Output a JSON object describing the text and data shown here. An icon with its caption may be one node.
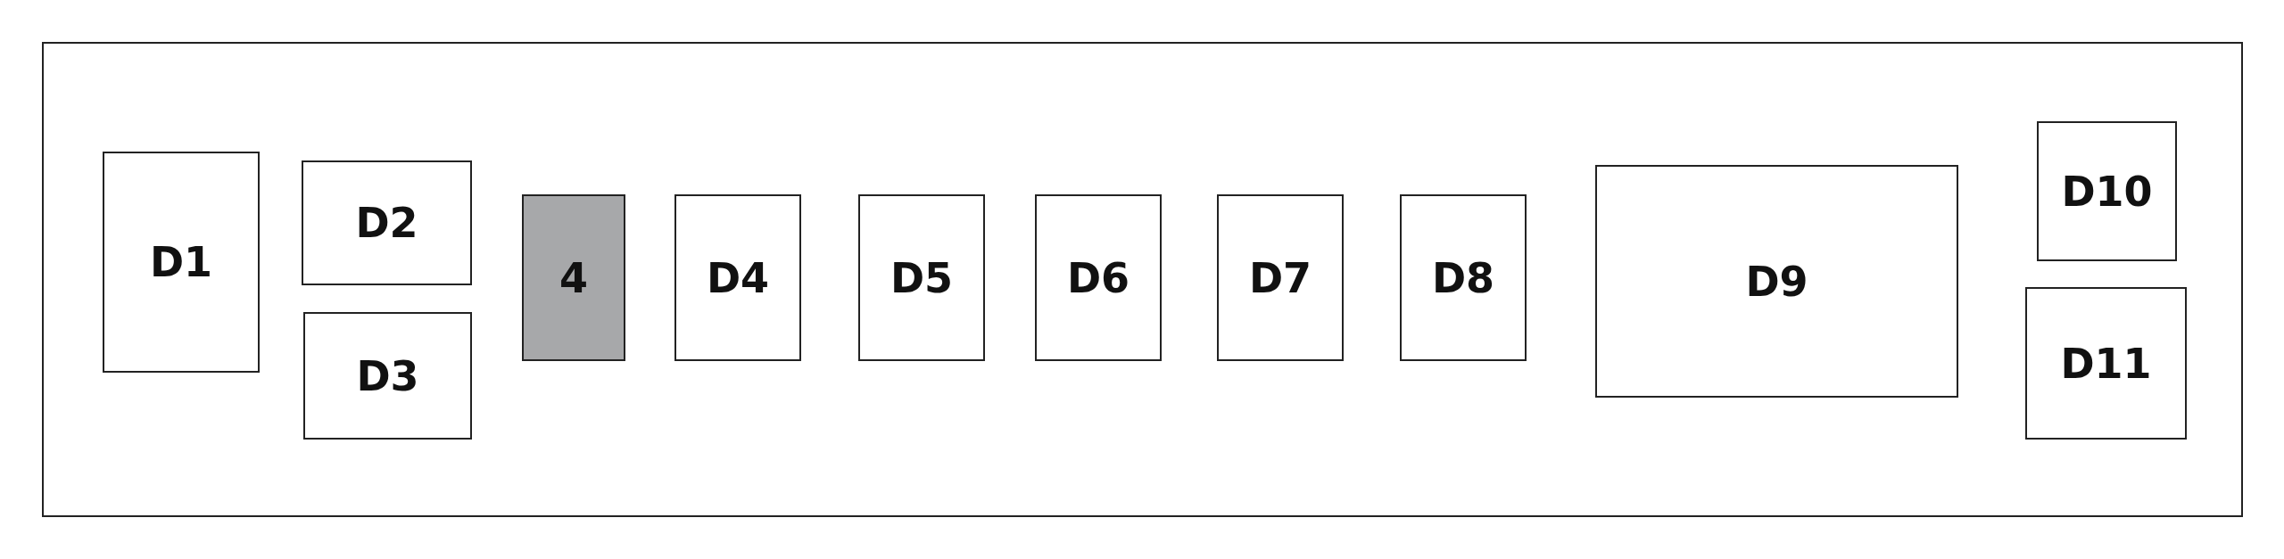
{
  "diagram": {
    "nodes": [
      {
        "text": [],
        "shape": "box"
      },
      {
        "text": [
          "D1"
        ],
        "in": 0
      },
      {
        "text": [
          "D2"
        ],
        "in": 0
      },
      {
        "text": [
          "D3"
        ],
        "in": 0
      },
      {
        "text": [
          "4"
        ],
        "in": 0
      },
      {
        "text": [
          "D4"
        ],
        "in": 0
      },
      {
        "text": [
          "D5"
        ],
        "in": 0
      },
      {
        "text": [
          "D6"
        ],
        "in": 0
      },
      {
        "text": [
          "D7"
        ],
        "in": 0
      },
      {
        "text": [
          "D8"
        ],
        "in": 0
      },
      {
        "text": [
          "D9"
        ],
        "in": 0
      },
      {
        "text": [
          "D10"
        ],
        "in": 0
      },
      {
        "text": [
          "D11"
        ],
        "in": 0
      }
    ]
  }
}
